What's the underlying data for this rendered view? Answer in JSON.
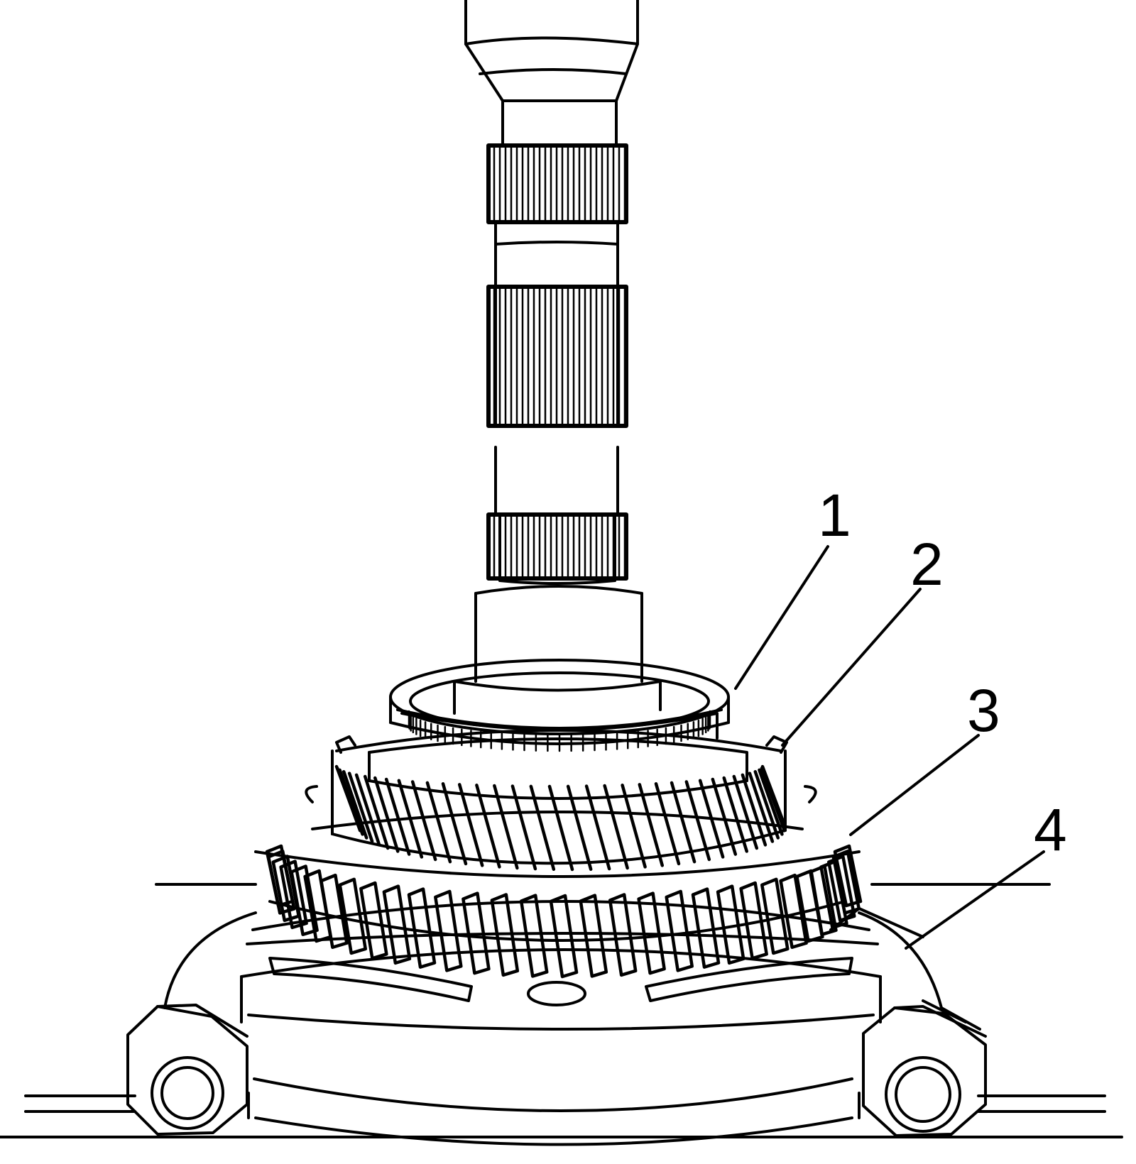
{
  "figure": {
    "line_color": "#000000",
    "background_color": "#ffffff",
    "callouts": [
      {
        "number": "1"
      },
      {
        "number": "2"
      },
      {
        "number": "3"
      },
      {
        "number": "4"
      }
    ]
  }
}
